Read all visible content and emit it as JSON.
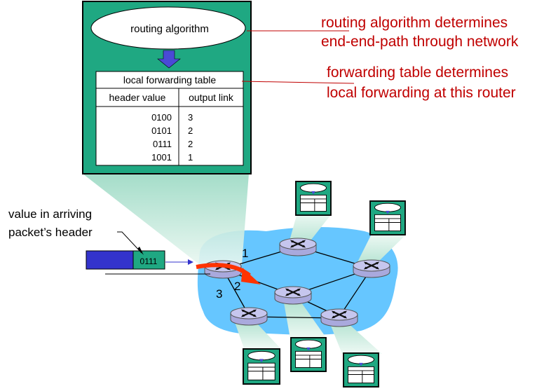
{
  "router_panel": {
    "algorithm_label": "routing algorithm",
    "table_title": "local forwarding table",
    "col_header_value": "header value",
    "col_output_link": "output link",
    "rows": [
      {
        "header": "0100",
        "link": "3"
      },
      {
        "header": "0101",
        "link": "2"
      },
      {
        "header": "0111",
        "link": "2"
      },
      {
        "header": "1001",
        "link": "1"
      }
    ]
  },
  "annotations": {
    "routing_line1": "routing algorithm determines",
    "routing_line2": "end-end-path through network",
    "forwarding_line1": "forwarding table determines",
    "forwarding_line2": "local forwarding at this router",
    "packet_line1": "value in arriving",
    "packet_line2": "packet’s header"
  },
  "packet": {
    "header_value": "0111"
  },
  "links": {
    "link1": "1",
    "link2": "2",
    "link3": "3"
  },
  "colors": {
    "panel_green": "#1fa882",
    "panel_border": "#000000",
    "annotation_red": "#c00000",
    "network_blue": "#66c6ff",
    "router_lavender": "#c6c6ee",
    "packet_blue": "#3333cc",
    "arrow_red": "#ff3300",
    "arrow_blue": "#4a4ad6"
  }
}
